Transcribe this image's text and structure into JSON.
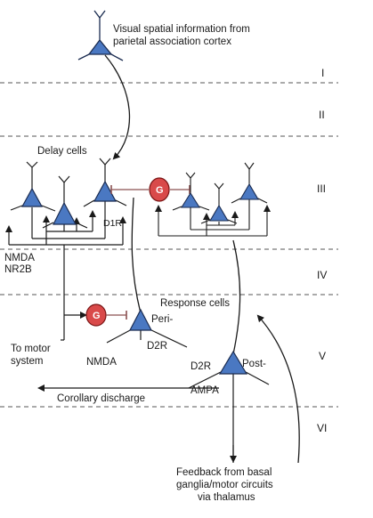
{
  "colors": {
    "neuron_fill": "#4a78c2",
    "neuron_stroke": "#1a2b50",
    "gaba_fill": "#d94a4a",
    "gaba_stroke": "#7a1515",
    "line": "#1a1a1a",
    "layer_divider": "#555555",
    "inhibitory_line": "#8a5050"
  },
  "labels": {
    "visual_input": [
      "Visual spatial information from",
      "parietal association cortex"
    ],
    "delay_cells": "Delay cells",
    "d1r": "D1R",
    "nmda_nr2b": [
      "NMDA",
      "NR2B"
    ],
    "response_cells": "Response cells",
    "peri": "Peri-",
    "d2r_peri": "D2R",
    "nmda": "NMDA",
    "to_motor_system": [
      "To motor",
      "system"
    ],
    "d2r_post": "D2R",
    "post": "Post-",
    "ampa": "AMPA",
    "corollary_discharge": "Corollary discharge",
    "feedback": [
      "Feedback from basal",
      "ganglia/motor circuits",
      "via thalamus"
    ],
    "gaba_symbol": "G"
  },
  "layers": [
    "I",
    "II",
    "III",
    "IV",
    "V",
    "VI"
  ]
}
